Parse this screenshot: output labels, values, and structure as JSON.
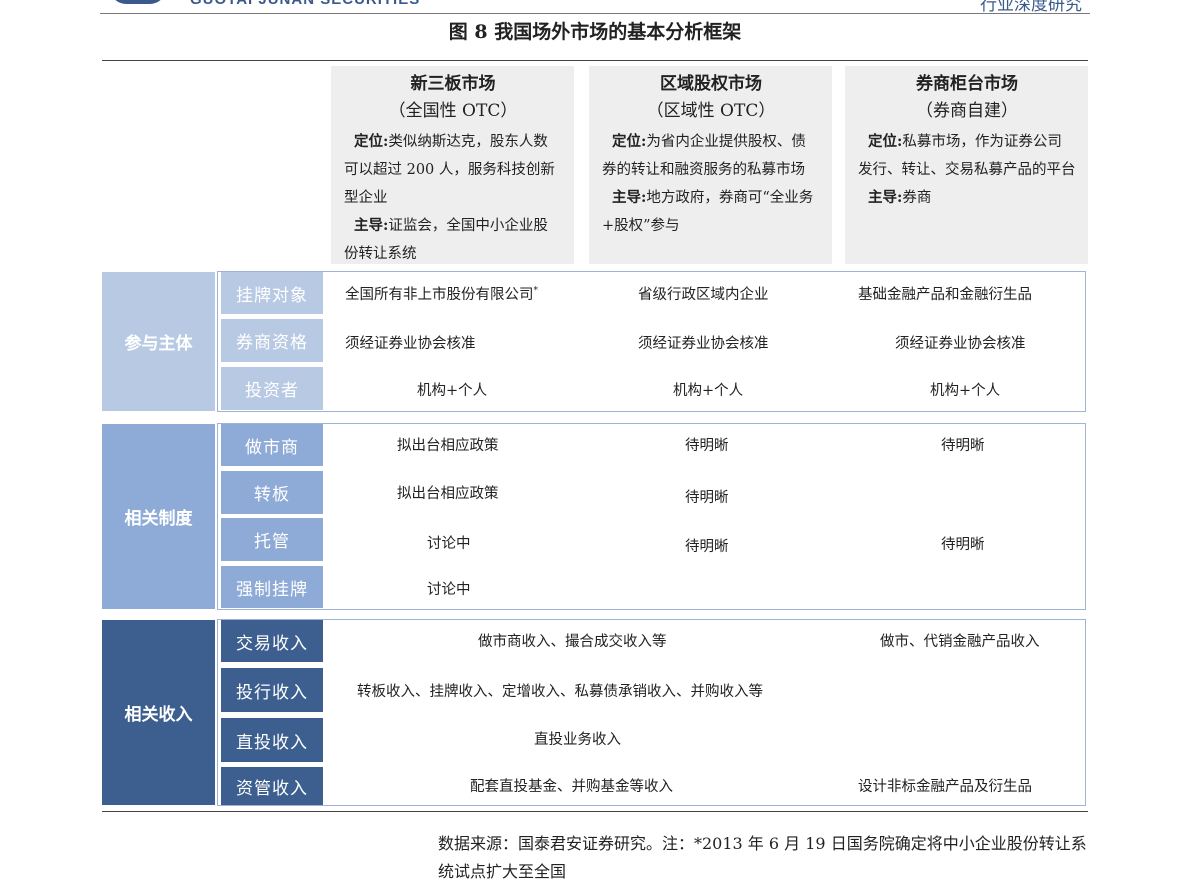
{
  "header": {
    "company": "GUOTAI JUNAN SECURITIES",
    "report_type": "行业深度研究"
  },
  "figure": {
    "title": "图 8 我国场外市场的基本分析框架"
  },
  "markets": [
    {
      "name": "新三板市场",
      "kind": "（全国性 OTC）",
      "position_label": "定位:",
      "position_text": "类似纳斯达克，股东人数可以超过 200 人，服务科技创新型企业",
      "lead_label": "主导:",
      "lead_text": "证监会，全国中小企业股份转让系统"
    },
    {
      "name": "区域股权市场",
      "kind": "（区域性 OTC）",
      "position_label": "定位:",
      "position_text": "为省内企业提供股权、债券的转让和融资服务的私募市场",
      "lead_label": "主导:",
      "lead_text": "地方政府，券商可“全业务+股权”参与"
    },
    {
      "name": "券商柜台市场",
      "kind": "（券商自建）",
      "position_label": "定位:",
      "position_text": "私募市场，作为证券公司发行、转让、交易私募产品的平台",
      "lead_label": "主导:",
      "lead_text": "券商"
    }
  ],
  "groups": [
    {
      "label": "参与主体",
      "rows": [
        {
          "label": "挂牌对象",
          "cells": [
            "全国所有非上市股份有限公司",
            "省级行政区域内企业",
            "基础金融产品和金融衍生品"
          ],
          "note_mark": "*"
        },
        {
          "label": "券商资格",
          "cells": [
            "须经证券业协会核准",
            "须经证券业协会核准",
            "须经证券业协会核准"
          ]
        },
        {
          "label": "投资者",
          "cells": [
            "机构+个人",
            "机构+个人",
            "机构+个人"
          ]
        }
      ]
    },
    {
      "label": "相关制度",
      "rows": [
        {
          "label": "做市商",
          "cells": [
            "拟出台相应政策",
            "待明晰",
            "待明晰"
          ]
        },
        {
          "label": "转板",
          "cells": [
            "拟出台相应政策",
            "待明晰",
            ""
          ]
        },
        {
          "label": "托管",
          "cells": [
            "讨论中",
            "待明晰",
            "待明晰"
          ]
        },
        {
          "label": "强制挂牌",
          "cells": [
            "讨论中",
            "",
            ""
          ]
        }
      ]
    },
    {
      "label": "相关收入",
      "rows": [
        {
          "label": "交易收入",
          "span_text": "做市商收入、撮合成交收入等",
          "right_text": "做市、代销金融产品收入"
        },
        {
          "label": "投行收入",
          "span_text": "转板收入、挂牌收入、定增收入、私募债承销收入、并购收入等",
          "right_text": ""
        },
        {
          "label": "直投收入",
          "span_text": "直投业务收入",
          "right_text": ""
        },
        {
          "label": "资管收入",
          "span_text": "配套直投基金、并购基金等收入",
          "right_text": "设计非标金融产品及衍生品"
        }
      ]
    }
  ],
  "footnote": "数据来源：国泰君安证券研究。注：*2013 年 6 月 19 日国务院确定将中小企业股份转让系统试点扩大至全国"
}
